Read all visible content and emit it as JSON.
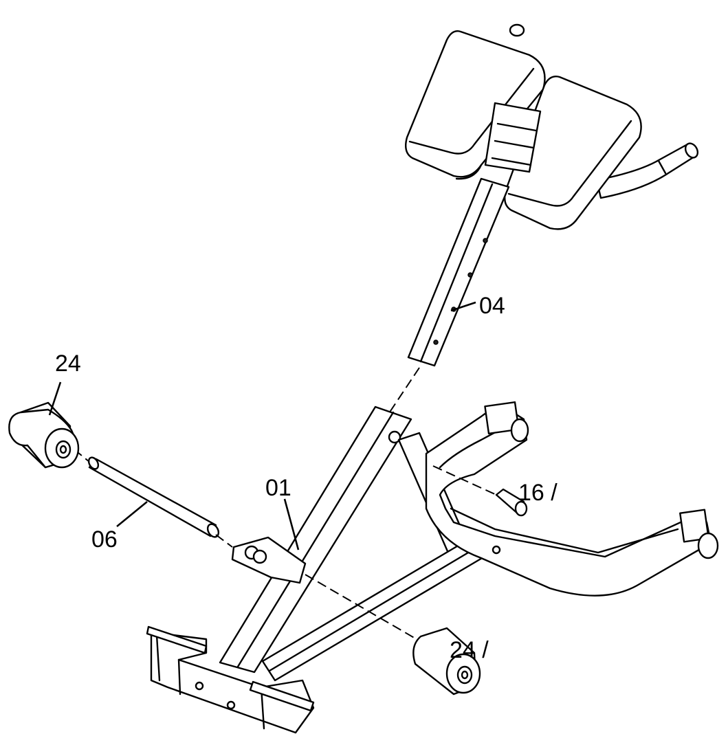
{
  "diagram": {
    "labels": {
      "part_24_top": "24",
      "part_04": "04",
      "part_01": "01",
      "part_16": "16 /",
      "part_06": "06",
      "part_24_bottom": "24 /"
    }
  }
}
